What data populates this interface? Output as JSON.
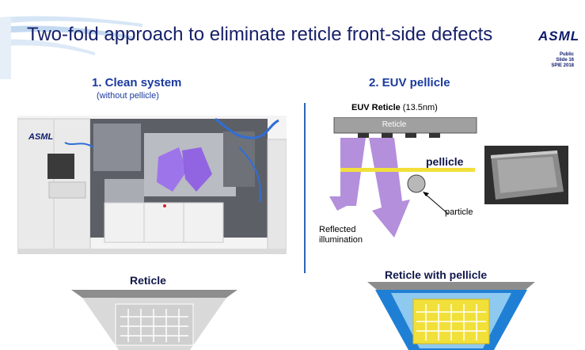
{
  "slide": {
    "title": "Two-fold approach to eliminate reticle front-side defects",
    "logo": "ASML",
    "meta": [
      "Public",
      "Slide 16",
      "SPIE 2018"
    ]
  },
  "left": {
    "heading": "1. Clean system",
    "subheading": "(without pellicle)",
    "machine_logo": "ASML",
    "caption": "Reticle"
  },
  "right": {
    "heading": "2. EUV pellicle",
    "reticle_label_bold": "EUV Reticle",
    "reticle_label_rest": " (13.5nm)",
    "reticle_box": "Reticle",
    "pellicle_label": "pellicle",
    "particle_label": "particle",
    "illumination_label_1": "Reflected",
    "illumination_label_2": "illumination",
    "caption": "Reticle with pellicle"
  },
  "colors": {
    "title": "#17206a",
    "heading": "#1a3a9e",
    "pellicle": "#f2e03a",
    "illumination": "#a77bd6",
    "pellicle_frame": "#1f7fd4",
    "divider": "#2e63b8"
  }
}
